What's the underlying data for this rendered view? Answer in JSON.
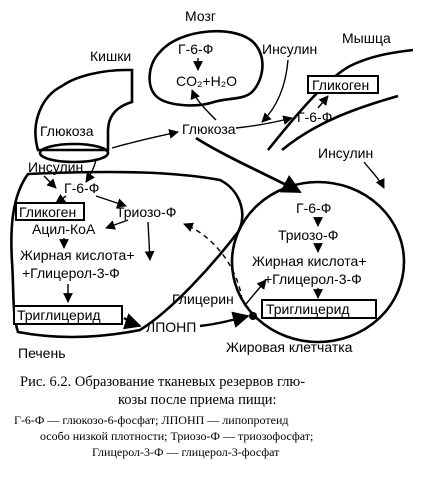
{
  "organs": {
    "brain": "Мозг",
    "intestine": "Кишки",
    "muscle": "Мышца",
    "liver": "Печень",
    "adipose": "Жировая клетчатка"
  },
  "brain_content": {
    "g6p": "Г-6-Ф",
    "co2_h2o": "CO₂+H₂O"
  },
  "muscle_content": {
    "glycogen": "Гликоген",
    "g6p": "Г-6-Ф"
  },
  "blood": {
    "insulin_brain": "Инсулин",
    "insulin_liver": "Инсулин",
    "insulin_adipose": "Инсулин",
    "glucose_gut": "Глюкоза",
    "glucose_blood": "Глюкоза",
    "vldl": "ЛПОНП",
    "glycerol": "Глицерин"
  },
  "liver_content": {
    "g6p": "Г-6-Ф",
    "glycogen": "Гликоген",
    "triose": "Триозо-Ф",
    "acyl_coa": "Ацил-КоА",
    "fatty_acid": "Жирная кислота+",
    "glycerol3p": "+Глицерол-3-Ф",
    "tg": "Триглицерид"
  },
  "adipose_content": {
    "g6p": "Г-6-Ф",
    "triose": "Триозо-Ф",
    "fatty_acid": "Жирная кислота+",
    "glycerol3p": "+Глицерол-3-Ф",
    "tg": "Триглицерид"
  },
  "caption": {
    "line1": "Рис. 6.2. Образование тканевых резервов глю-",
    "line2": "козы после приема пищи:",
    "note1": "Г-6-Ф — глюкозо-6-фосфат; ЛПОНП — липопротеид",
    "note2": "особо низкой плотности; Триозо-Ф — триозофосфат;",
    "note3": "Глицерол-3-Ф — глицерол-3-фосфат"
  }
}
